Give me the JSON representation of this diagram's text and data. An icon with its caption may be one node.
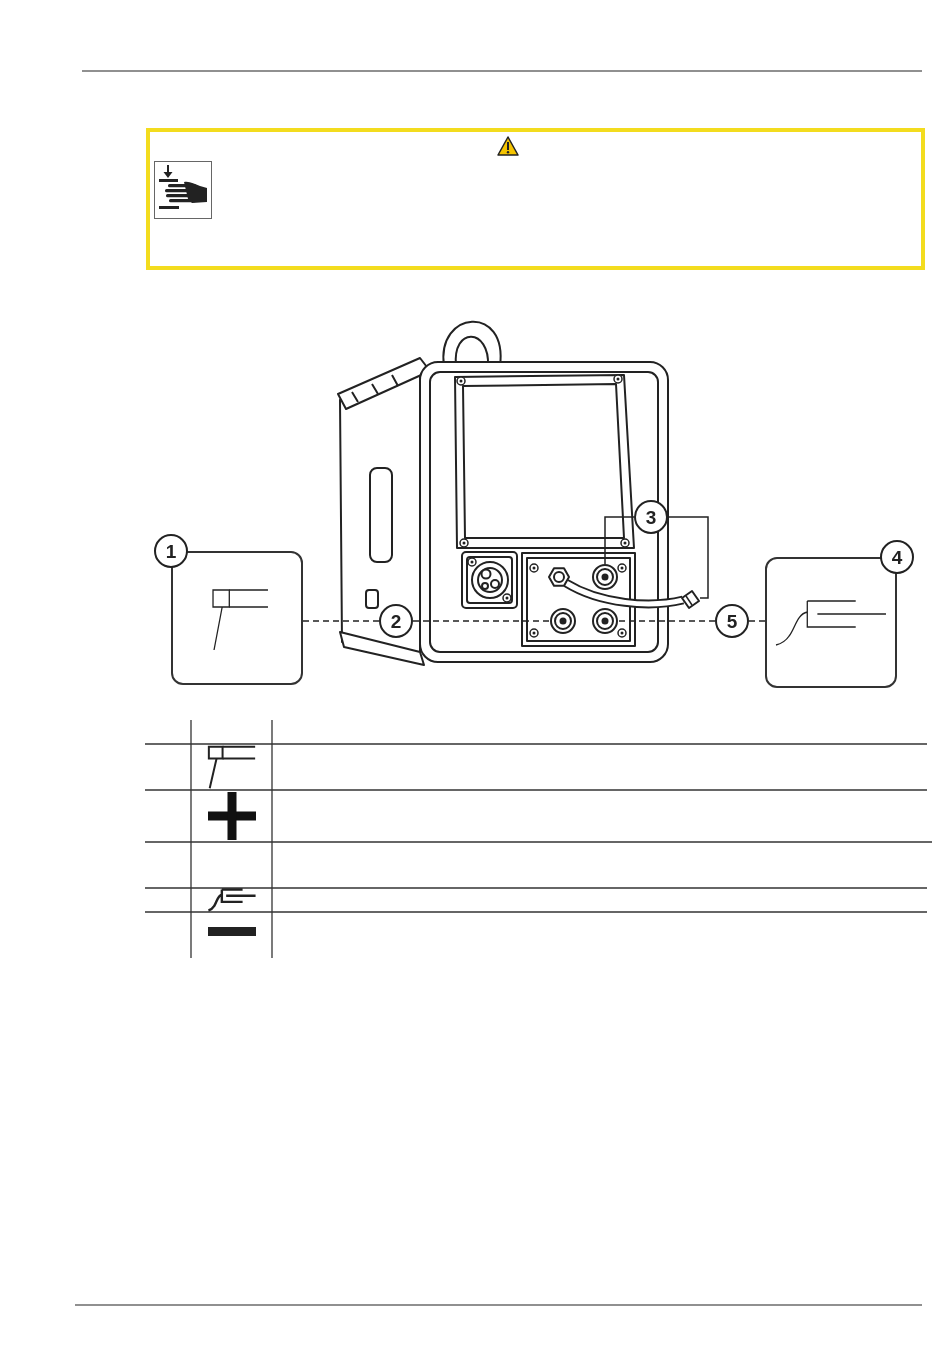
{
  "diagram": {
    "nodes": [
      {
        "text": [
          "1"
        ]
      },
      {
        "text": [
          "2"
        ]
      },
      {
        "text": [],
        "shape": "circle"
      },
      {
        "text": [
          "3"
        ]
      },
      {
        "text": [],
        "shape": "circle"
      },
      {
        "text": [],
        "shape": "picture"
      },
      {
        "text": [
          "4"
        ]
      },
      {
        "text": [
          "5"
        ]
      },
      {
        "text": [],
        "shape": "circle"
      },
      {
        "text": [],
        "shape": "circle"
      }
    ],
    "edges": [
      {
        "from": 0,
        "to": 1,
        "arrow": "none",
        "style": "dashed"
      },
      {
        "from": 1,
        "to": 2,
        "arrow": "none",
        "style": "dashed"
      },
      {
        "from": 3,
        "to": 4,
        "arrow": "none"
      },
      {
        "from": 3,
        "to": 5,
        "arrow": "none"
      },
      {
        "from": 6,
        "to": 7,
        "arrow": "none",
        "style": "dashed"
      },
      {
        "from": 7,
        "to": 8,
        "arrow": "none",
        "style": "dashed"
      }
    ]
  }
}
